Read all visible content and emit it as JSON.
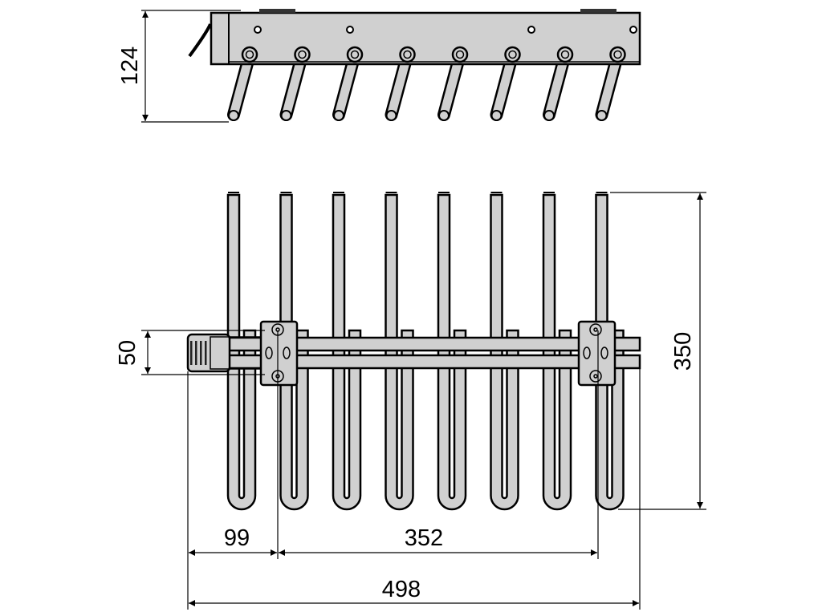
{
  "title": "Trouser rack technical drawing",
  "hook_count": 8,
  "colors": {
    "part_fill": "#d0d0d0",
    "outline": "#000000",
    "background": "#ffffff"
  },
  "dimensions": {
    "height": "124",
    "rail_depth": "50",
    "depth": "350",
    "offset": "99",
    "mount_spacing": "352",
    "width": "498"
  }
}
